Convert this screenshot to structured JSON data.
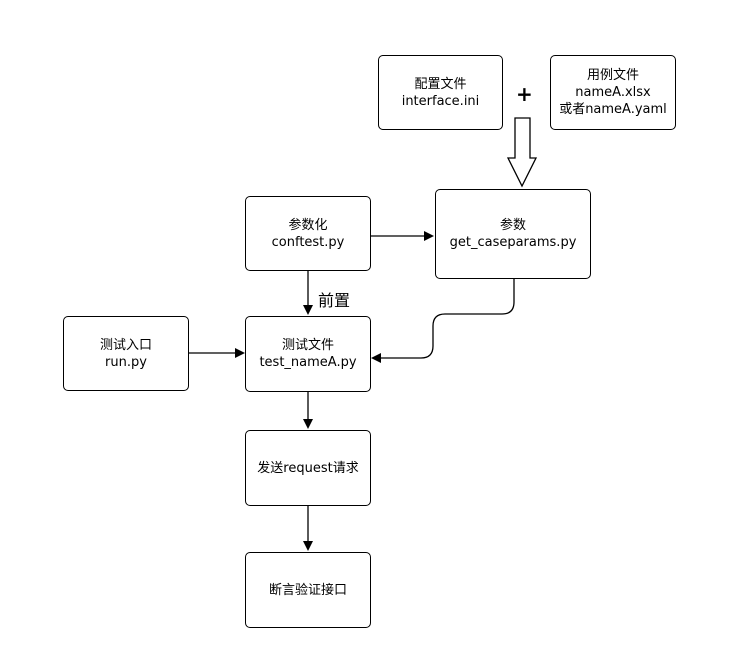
{
  "nodes": {
    "config": {
      "line1": "配置文件",
      "line2": "interface.ini"
    },
    "cases": {
      "line1": "用例文件",
      "line2": "nameA.xlsx",
      "line3": "或者nameA.yaml"
    },
    "params": {
      "line1": "参数",
      "line2": "get_caseparams.py"
    },
    "parametrize": {
      "line1": "参数化",
      "line2": "conftest.py"
    },
    "entry": {
      "line1": "测试入口",
      "line2": "run.py"
    },
    "testfile": {
      "line1": "测试文件",
      "line2": "test_nameA.py"
    },
    "send": {
      "line1": "发送request请求"
    },
    "assert": {
      "line1": "断言验证接口"
    }
  },
  "labels": {
    "plus": "+",
    "pre": "前置"
  }
}
